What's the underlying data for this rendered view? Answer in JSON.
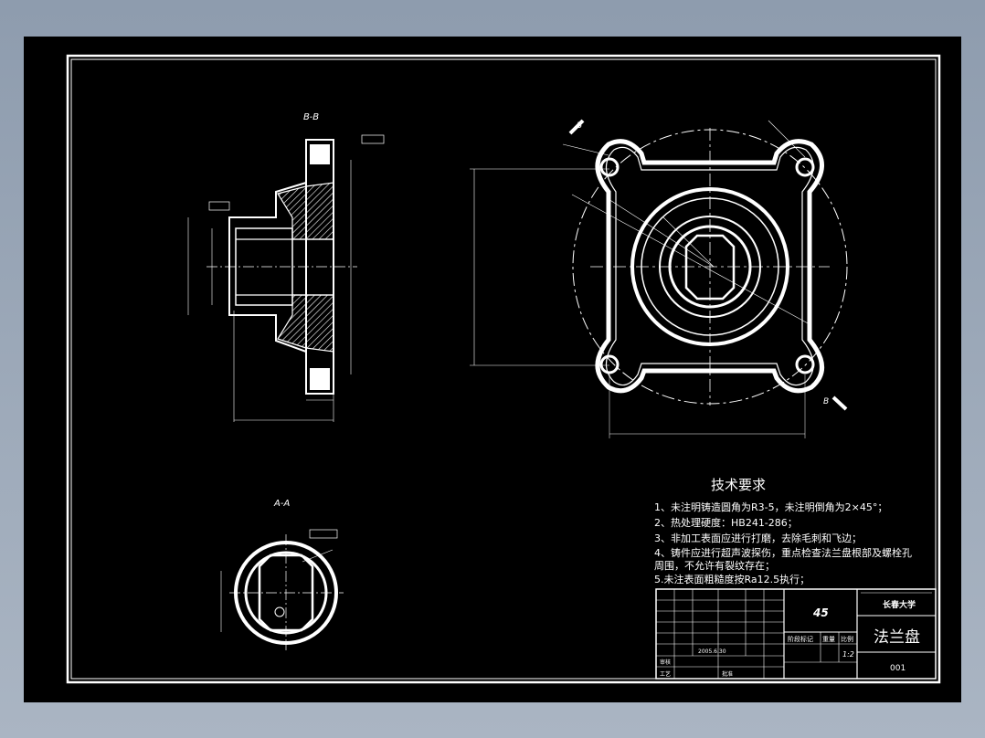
{
  "views": {
    "section_b": "B-B",
    "section_a": "A-A",
    "cut_label": "B"
  },
  "tech_requirements": {
    "heading": "技术要求",
    "items": [
      "1、未注明铸造圆角为R3-5，未注明倒角为2×45°；",
      "2、热处理硬度：HB241-286；",
      "3、非加工表面应进行打磨，去除毛刺和飞边；",
      "4、铸件应进行超声波探伤，重点检查法兰盘根部及螺栓孔",
      "周围，不允许有裂纹存在；",
      "5.未注表面粗糙度按Ra12.5执行；"
    ]
  },
  "title_block": {
    "material": "45",
    "school": "长春大学",
    "part_name": "法兰盘",
    "drawing_no": "001",
    "stage_mark": "阶段标记",
    "weight": "重量",
    "scale": "比例",
    "scale_value": "1:2",
    "date": "2005.6.30",
    "review": "审核",
    "process": "工艺",
    "approve": "批准"
  },
  "colors": {
    "background": "#000000",
    "lines": "#ffffff",
    "chrome": "#9aa7b8"
  }
}
